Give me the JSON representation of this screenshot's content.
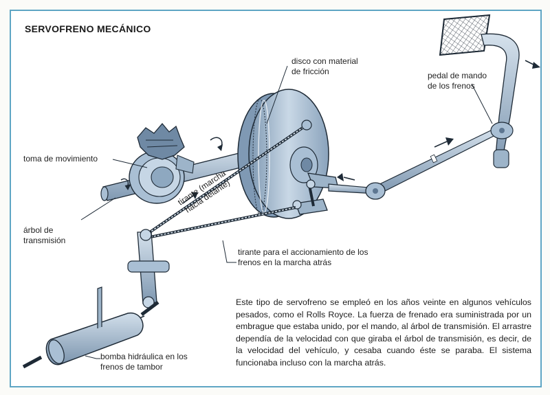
{
  "title": "SERVOFRENO MECÁNICO",
  "labels": {
    "disco": [
      "disco con material",
      "de fricción"
    ],
    "pedal": [
      "pedal de mando",
      "de los frenos"
    ],
    "toma": "toma de movimiento",
    "arbol": [
      "árbol de",
      "transmisión"
    ],
    "tirante_delante": [
      "tirante (marcha",
      "hacia delante)"
    ],
    "tirante_atras": [
      "tirante para el accionamiento de los",
      "frenos en la marcha atrás"
    ],
    "bomba": [
      "bomba hidráulica en los",
      "frenos de tambor"
    ]
  },
  "caption": "Este tipo de servofreno se empleó en los años veinte en algunos vehículos pesados, como el Rolls Royce. La fuerza de frenado era suministrada por un embrague que estaba unido, por el mando, al árbol de transmisión. El arrastre dependía de la velocidad con que giraba el árbol de transmisión, es decir, de la velocidad del vehículo, y cesaba cuando éste se paraba. El sistema funcionaba incluso con la marcha atrás.",
  "colors": {
    "frame": "#5ea5c4",
    "metal_light": "#b9cde0",
    "metal_mid": "#8fa9c2",
    "metal_dark": "#5d7691",
    "ink": "#1e2a36"
  }
}
